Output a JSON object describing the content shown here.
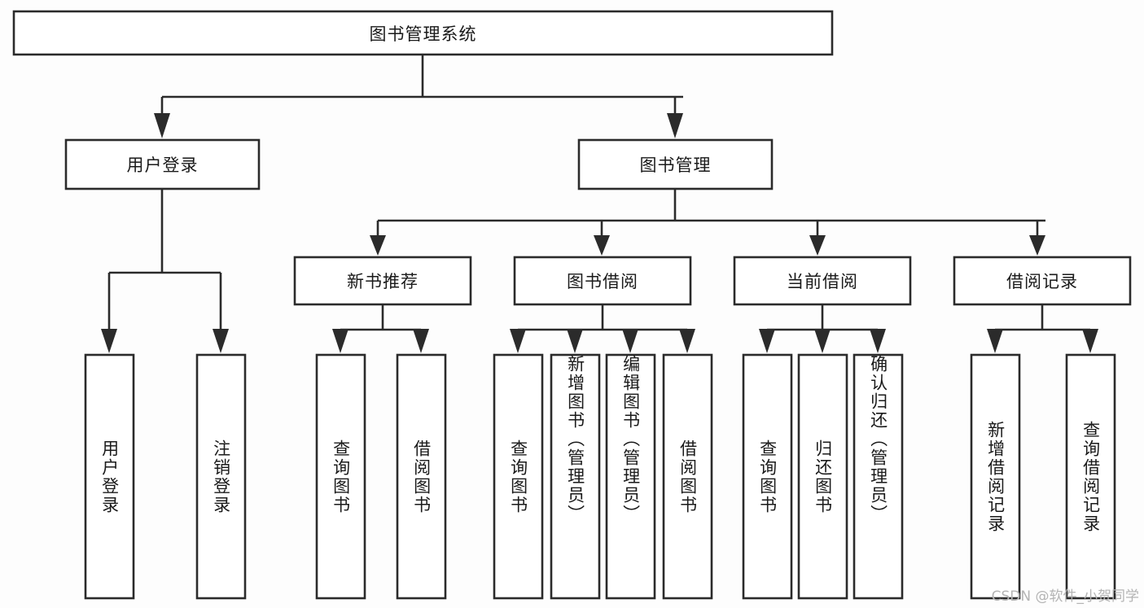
{
  "diagram": {
    "title": "图书管理系统",
    "type": "tree-hierarchy",
    "watermark": "CSDN @软件_小贺同学",
    "root": {
      "id": "root",
      "label": "图书管理系统"
    },
    "level2": [
      {
        "id": "user-login",
        "label": "用户登录"
      },
      {
        "id": "book-manage",
        "label": "图书管理"
      }
    ],
    "level3": [
      {
        "id": "new-book-rec",
        "label": "新书推荐",
        "parent": "book-manage"
      },
      {
        "id": "book-borrow",
        "label": "图书借阅",
        "parent": "book-manage"
      },
      {
        "id": "current-borrow",
        "label": "当前借阅",
        "parent": "book-manage"
      },
      {
        "id": "borrow-record",
        "label": "借阅记录",
        "parent": "book-manage"
      }
    ],
    "leaves": [
      {
        "id": "leaf-user-login",
        "label": "用户登录",
        "parent": "user-login"
      },
      {
        "id": "leaf-user-logout",
        "label": "注销登录",
        "parent": "user-login"
      },
      {
        "id": "leaf-query-book-1",
        "label": "查询图书",
        "parent": "new-book-rec"
      },
      {
        "id": "leaf-borrow-book-1",
        "label": "借阅图书",
        "parent": "new-book-rec"
      },
      {
        "id": "leaf-query-book-2",
        "label": "查询图书",
        "parent": "book-borrow"
      },
      {
        "id": "leaf-add-book",
        "label": "新增图书（管理员）",
        "parent": "book-borrow"
      },
      {
        "id": "leaf-edit-book",
        "label": "编辑图书（管理员）",
        "parent": "book-borrow"
      },
      {
        "id": "leaf-borrow-book-2",
        "label": "借阅图书",
        "parent": "book-borrow"
      },
      {
        "id": "leaf-query-book-3",
        "label": "查询图书",
        "parent": "current-borrow"
      },
      {
        "id": "leaf-return-book",
        "label": "归还图书",
        "parent": "current-borrow"
      },
      {
        "id": "leaf-confirm-return",
        "label": "确认归还（管理员）",
        "parent": "current-borrow"
      },
      {
        "id": "leaf-add-record",
        "label": "新增借阅记录",
        "parent": "borrow-record"
      },
      {
        "id": "leaf-query-record",
        "label": "查询借阅记录",
        "parent": "borrow-record"
      }
    ],
    "colors": {
      "stroke": "#2b2b2b",
      "fill": "#ffffff",
      "text": "#1a1a1a",
      "background": "#fdfdfd",
      "watermark": "#b4b4b4"
    }
  }
}
